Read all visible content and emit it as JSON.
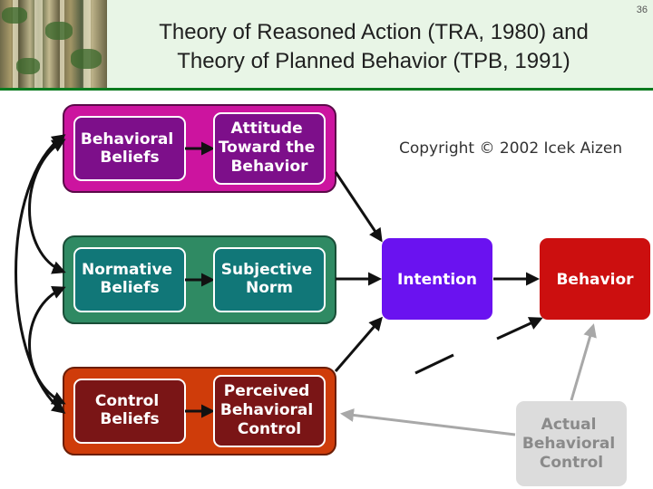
{
  "header": {
    "title": "Theory of Reasoned Action (TRA, 1980) and\nTheory of Planned Behavior (TPB, 1991)",
    "slide_number": "36"
  },
  "diagram": {
    "copyright": "Copyright © 2002 Icek Aizen",
    "rows": {
      "attitude": {
        "belief": [
          "Behavioral",
          "Beliefs"
        ],
        "construct": [
          "Attitude",
          "Toward the",
          "Behavior"
        ]
      },
      "norm": {
        "belief": [
          "Normative",
          "Beliefs"
        ],
        "construct": [
          "Subjective",
          "Norm"
        ]
      },
      "control": {
        "belief": [
          "Control",
          "Beliefs"
        ],
        "construct": [
          "Perceived",
          "Behavioral",
          "Control"
        ]
      }
    },
    "intention": "Intention",
    "behavior": "Behavior",
    "actual_control": [
      "Actual",
      "Behavioral",
      "Control"
    ]
  },
  "colors": {
    "attitude_outer": "#cc149f",
    "attitude_inner": "#7d0f8a",
    "norm_outer": "#2f8a63",
    "norm_inner": "#117778",
    "control_outer": "#cf3c0a",
    "control_inner": "#7a1516",
    "intention": "#6a12f0",
    "behavior": "#cc0f0f",
    "actual_control": "#dcdcdc",
    "header_band": "#e8f5e6",
    "header_rule": "#0b7a1f"
  }
}
